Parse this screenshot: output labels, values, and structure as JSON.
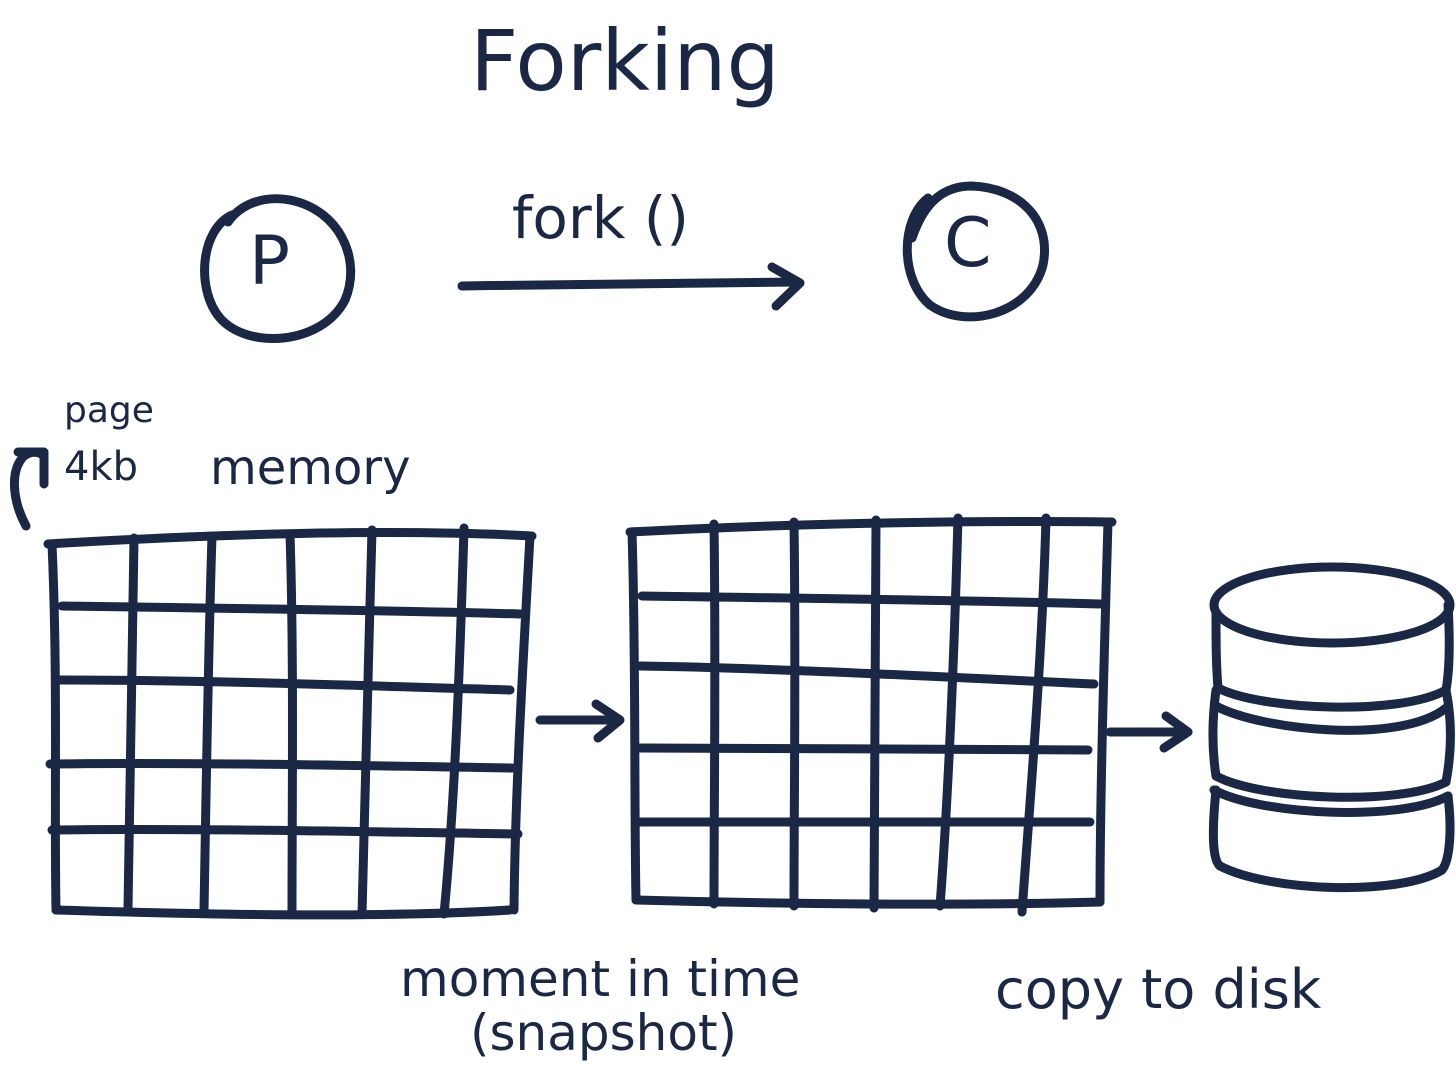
{
  "title": "Forking",
  "processes": {
    "parent": "P",
    "child": "C",
    "call": "fork ()"
  },
  "memory": {
    "label": "memory",
    "page_label": "page",
    "page_size": "4kb"
  },
  "snapshot": {
    "line1": "moment in time",
    "line2": "(snapshot)"
  },
  "disk": {
    "label": "copy to disk"
  },
  "colors": {
    "ink": "#1b2845",
    "background": "#ffffff"
  }
}
